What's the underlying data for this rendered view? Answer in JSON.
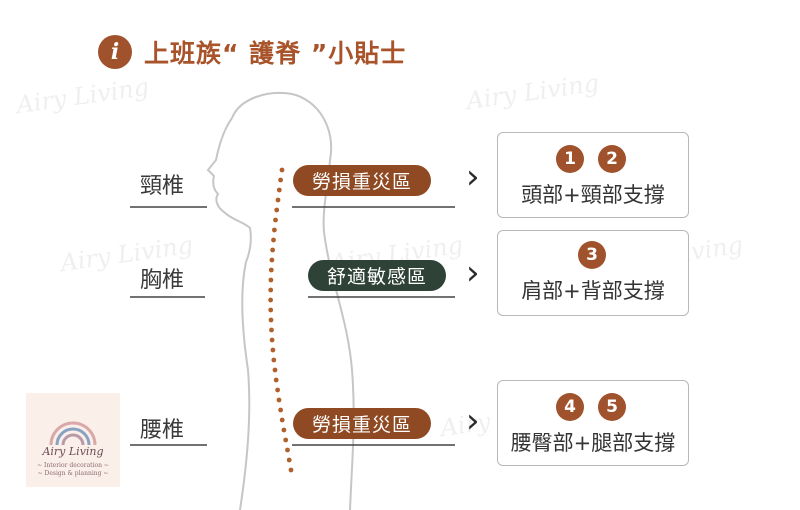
{
  "title": {
    "text": "上班族“ 護脊 ”小貼士",
    "icon": "info-icon",
    "icon_glyph": "i"
  },
  "spine_labels": [
    "頸椎",
    "胸椎",
    "腰椎"
  ],
  "zones": [
    {
      "label": "勞損重災區",
      "color": "#8f4a24"
    },
    {
      "label": "舒適敏感區",
      "color": "#2f4238"
    },
    {
      "label": "勞損重災區",
      "color": "#8f4a24"
    }
  ],
  "arrow_glyph": "›",
  "cards": [
    {
      "numbers": [
        "1",
        "2"
      ],
      "text": "頭部+頸部支撐"
    },
    {
      "numbers": [
        "3"
      ],
      "text": "肩部+背部支撐"
    },
    {
      "numbers": [
        "4",
        "5"
      ],
      "text": "腰臀部+腿部支撐"
    }
  ],
  "watermark_text": "Airy Living",
  "logo": {
    "name": "Airy Living",
    "line1": "~ Interior decoration ~",
    "line2": "~ Design & planning ~"
  },
  "colors": {
    "accent_brown": "#a0522d",
    "pill_green": "#2f4238",
    "spine_dots": "#b0612b"
  }
}
